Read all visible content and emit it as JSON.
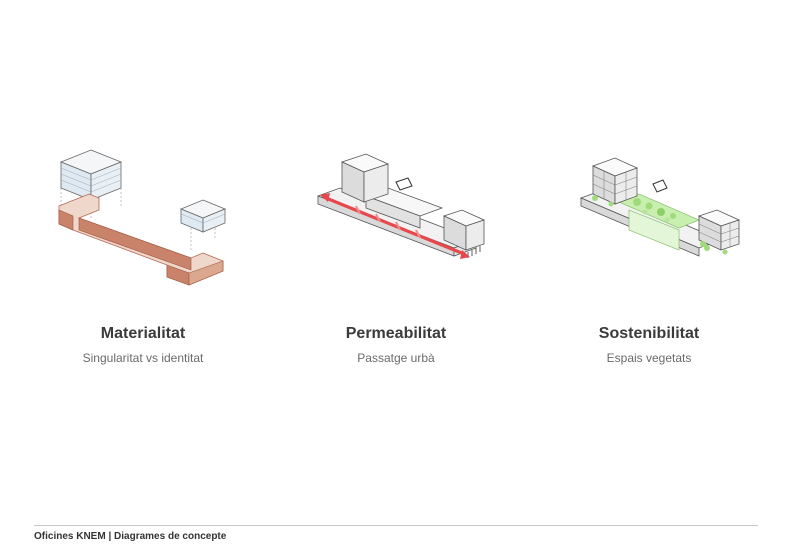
{
  "panels": [
    {
      "title": "Materialitat",
      "subtitle": "Singularitat vs identitat"
    },
    {
      "title": "Permeabilitat",
      "subtitle": "Passatge urbà"
    },
    {
      "title": "Sostenibilitat",
      "subtitle": "Espais vegetats"
    }
  ],
  "footer": {
    "project": "Oficines KNEM",
    "separator": " | ",
    "section": "Diagrames de concepte"
  },
  "colors": {
    "materiality_accent": "#c9836a",
    "permeability_accent": "#e8474c",
    "sustainability_accent": "#9fdb7a",
    "glass": "#dde9f0",
    "line": "#555555"
  }
}
